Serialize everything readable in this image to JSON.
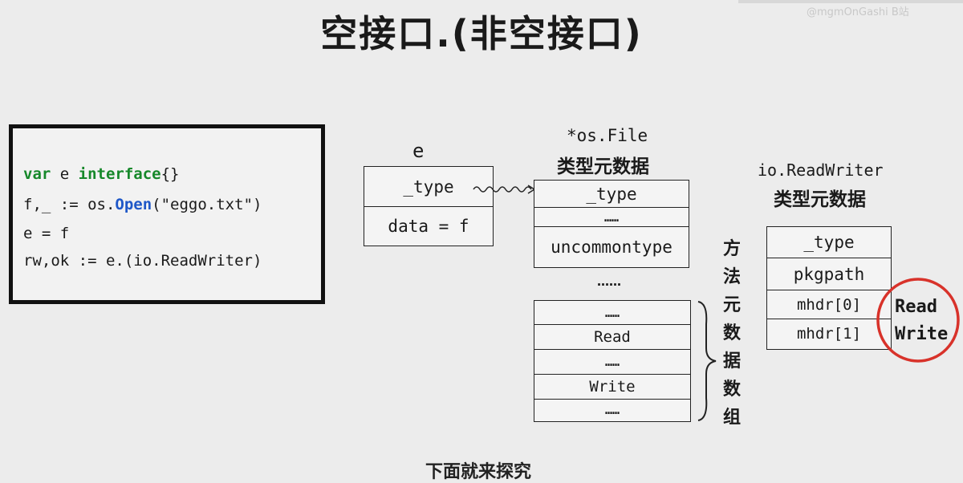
{
  "title": "空接口.(非空接口)",
  "watermark": "@mgmOnGashi  B站",
  "code": {
    "line1": {
      "kw1": "var",
      "mid": " e ",
      "kw2": "interface",
      "tail": "{}"
    },
    "line2": {
      "pre": "f,_ := os.",
      "fn": "Open",
      "tail": "(\"eggo.txt\")"
    },
    "line3": "e = f",
    "line4": "rw,ok := e.(io.ReadWriter)"
  },
  "e_struct": {
    "name": "e",
    "fields": [
      "_type",
      "data = f"
    ]
  },
  "osfile": {
    "type_label": "*os.File",
    "meta_label": "类型元数据",
    "fields": [
      "_type",
      "……",
      "uncommontype"
    ],
    "gap": "……",
    "methods": [
      "……",
      "Read",
      "……",
      "Write",
      "……"
    ]
  },
  "method_array_label": [
    "方",
    "法",
    "元",
    "数",
    "据",
    "数",
    "组"
  ],
  "readwriter": {
    "type_label": "io.ReadWriter",
    "meta_label": "类型元数据",
    "fields": [
      "_type",
      "pkgpath",
      "mhdr[0]",
      "mhdr[1]"
    ],
    "circled": [
      "Read",
      "Write"
    ]
  },
  "colors": {
    "keyword": "#16882a",
    "function": "#1f58c8",
    "circle": "#d8322a"
  },
  "bottom_text": "下面就来探究"
}
